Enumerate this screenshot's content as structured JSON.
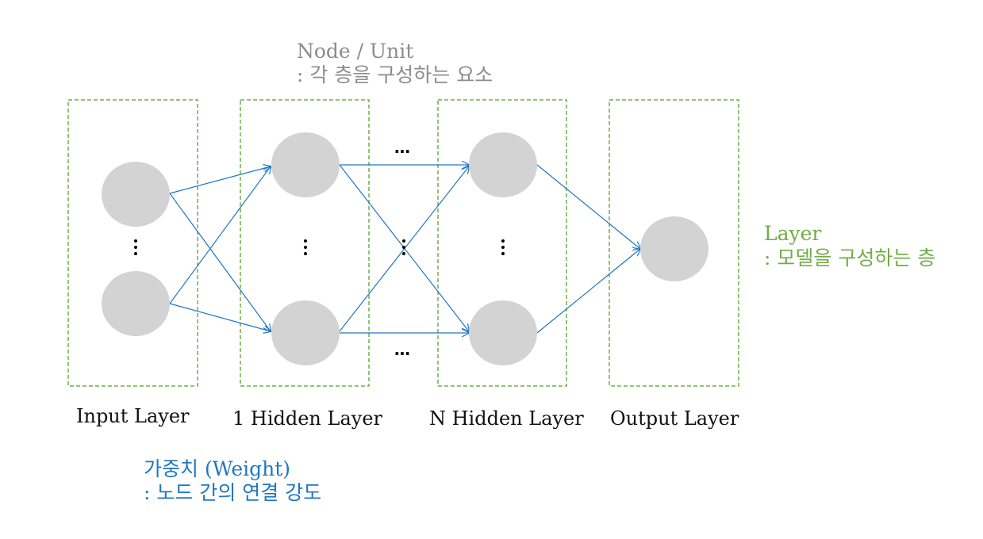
{
  "annotations": {
    "node": {
      "title": "Node / Unit",
      "desc": ": 각 층을 구성하는 요소",
      "color": "#8c8c8c"
    },
    "layer": {
      "title": "Layer",
      "desc": ": 모델을 구성하는 층",
      "color": "#70ad47"
    },
    "weight": {
      "title": "가중치 (Weight)",
      "desc": ": 노드 간의 연결 강도",
      "color": "#1f77c4"
    }
  },
  "layers": [
    {
      "name": "Input Layer"
    },
    {
      "name": "1 Hidden Layer"
    },
    {
      "name": "N Hidden Layer"
    },
    {
      "name": "Output Layer"
    }
  ],
  "colors": {
    "node_fill": "#d3d3d3",
    "layer_border": "#70ad47",
    "edge": "#1f77c4"
  },
  "ellipsis": {
    "vertical": "⋮",
    "horizontal": "…"
  }
}
